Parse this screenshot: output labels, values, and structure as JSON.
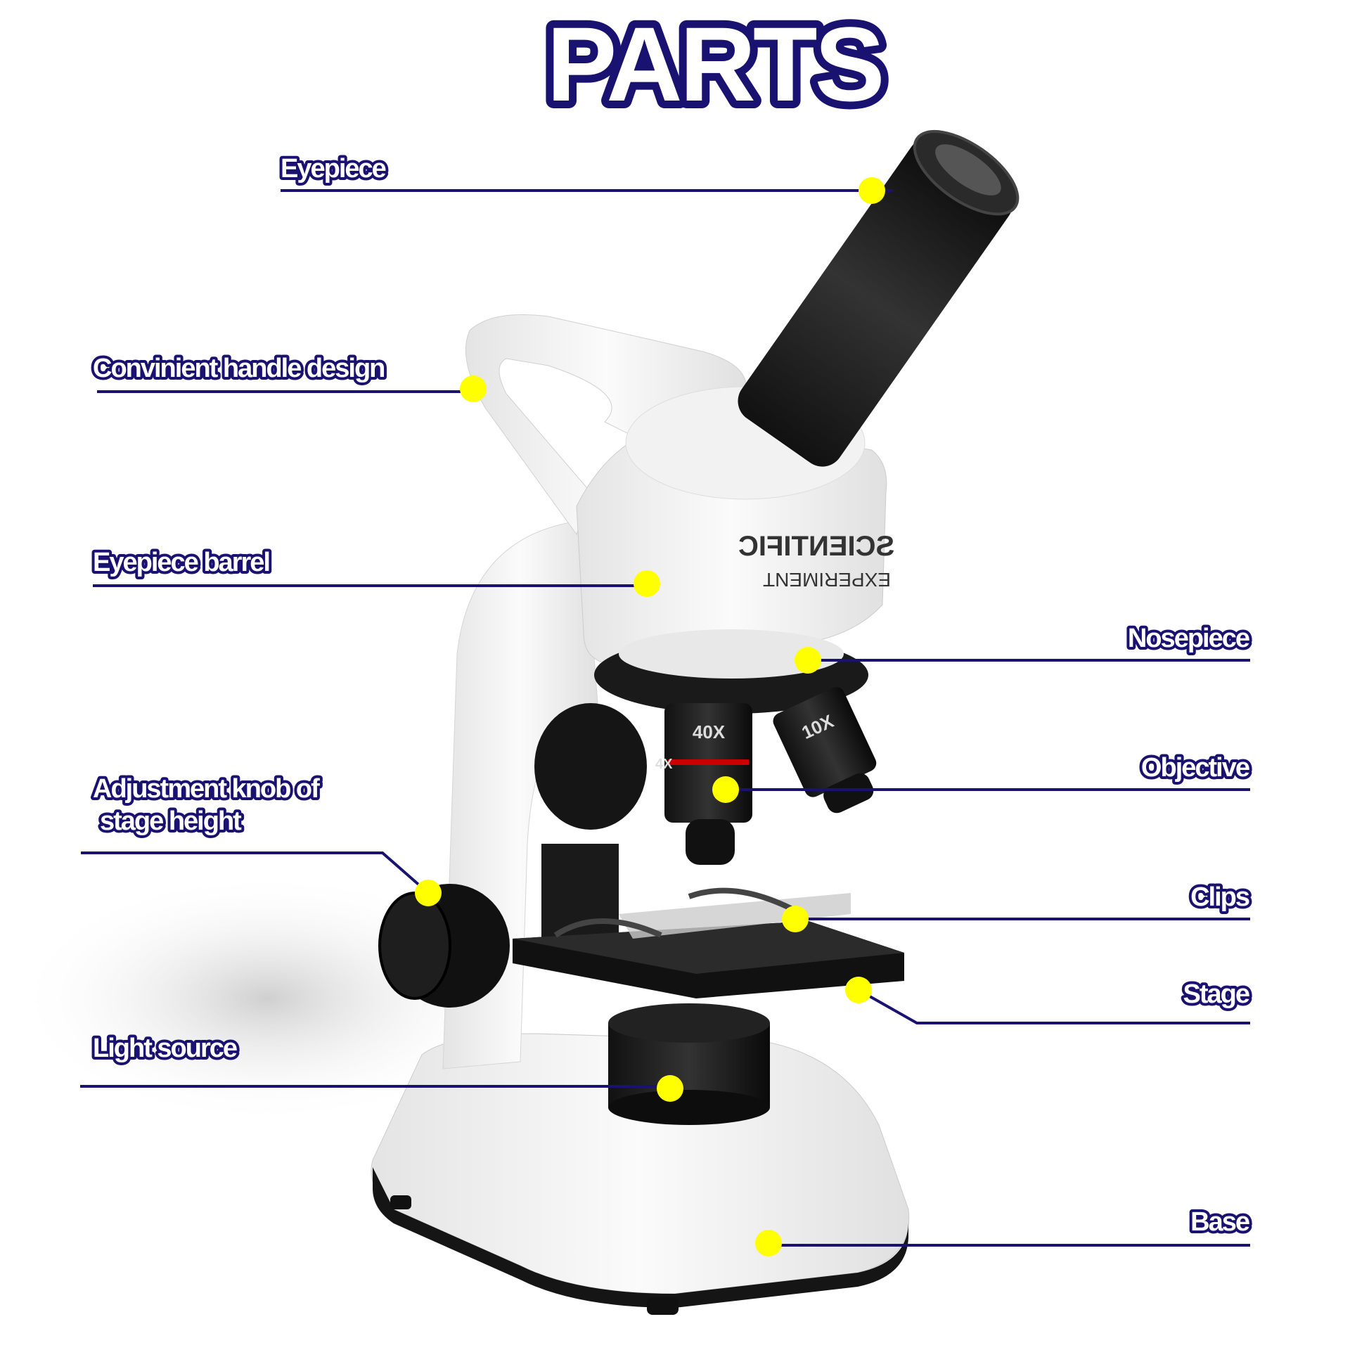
{
  "title": "PARTS",
  "colors": {
    "outline": "#1a1270",
    "marker": "#ffff00"
  },
  "labels": {
    "eyepiece": "Eyepiece",
    "handle": "Convinient handle design",
    "barrel": "Eyepiece barrel",
    "nosepiece": "Nosepiece",
    "objective": "Objective",
    "knob_line1": "Adjustment knob of",
    "knob_line2": "stage height",
    "clips": "Clips",
    "stage": "Stage",
    "light": "Light source",
    "base": "Base"
  },
  "microscope": {
    "brand_line1": "SCIENTIFIC",
    "brand_line2": "EXPERIMENT",
    "objective_40x": "40X",
    "objective_10x": "10X",
    "objective_4x": "4X"
  }
}
